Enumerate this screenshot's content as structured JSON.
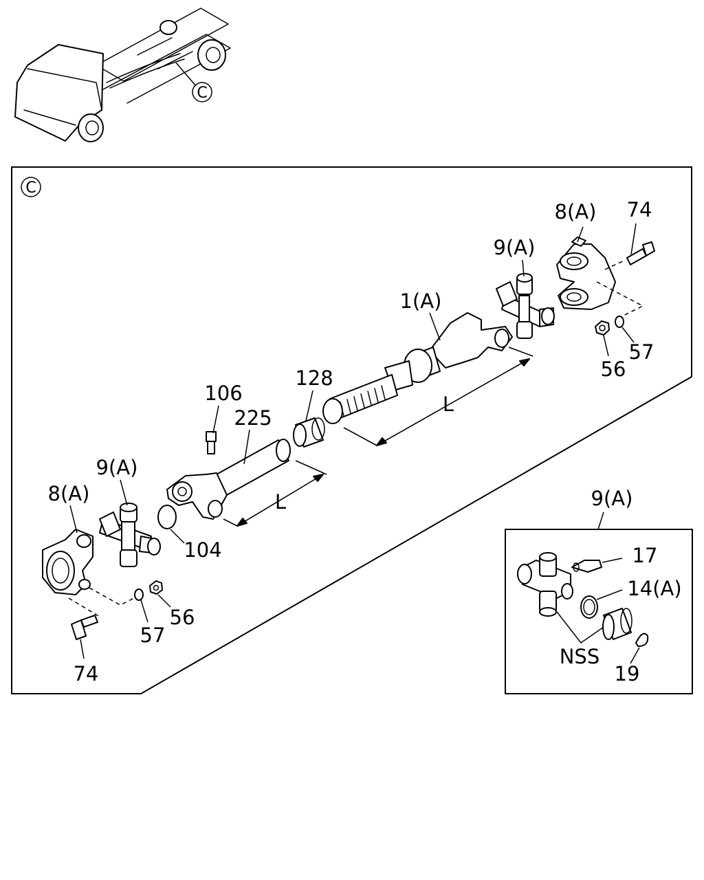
{
  "section_ref": "C",
  "main_panel": {
    "ref": "C"
  },
  "labels": {
    "top_8a": "8(A)",
    "top_74": "74",
    "top_9a": "9(A)",
    "p1a": "1(A)",
    "top_56": "56",
    "top_57": "57",
    "p128": "128",
    "p106": "106",
    "p225": "225",
    "dim_L_upper": "L",
    "dim_L_lower": "L",
    "left_9a": "9(A)",
    "left_8a": "8(A)",
    "p104": "104",
    "left_56": "56",
    "left_57": "57",
    "left_74": "74"
  },
  "inset": {
    "title": "9(A)",
    "labels": {
      "p17": "17",
      "p14a": "14(A)",
      "nss": "NSS",
      "p19": "19"
    }
  }
}
